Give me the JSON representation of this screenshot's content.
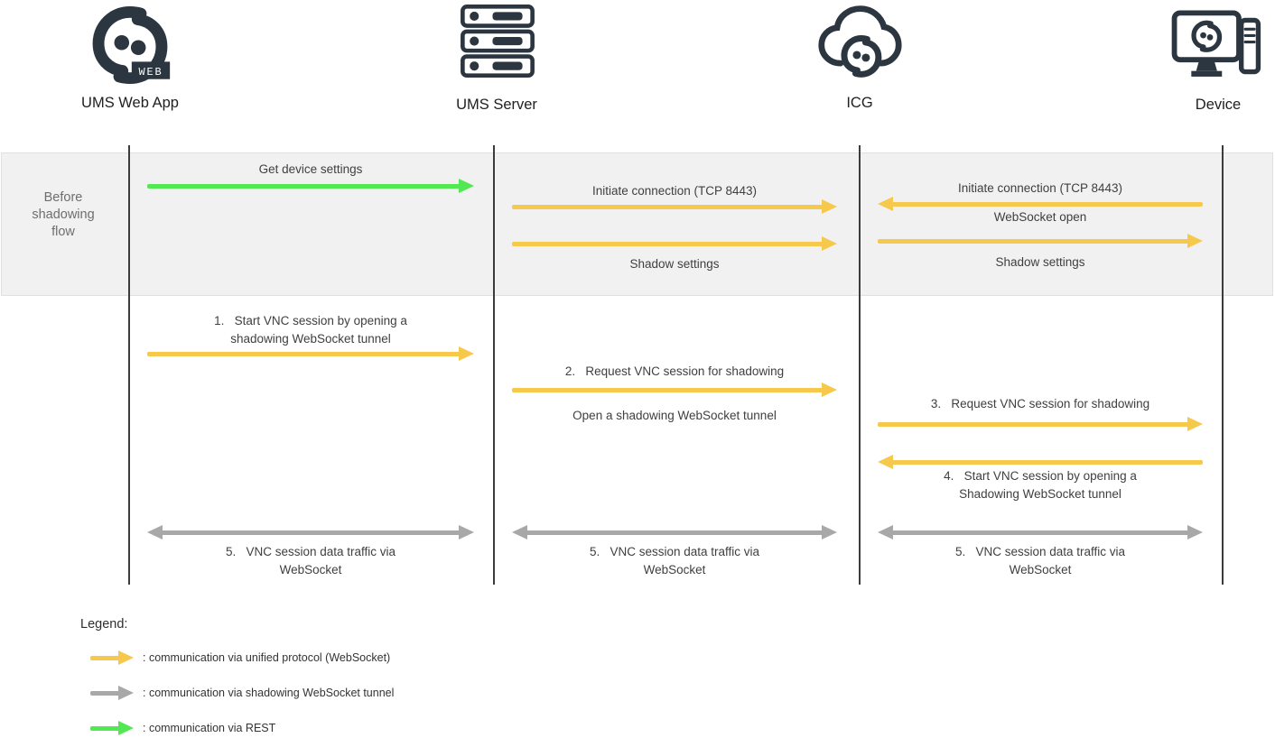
{
  "diagram_type": "sequence-flow",
  "colors": {
    "ws_unified_protocol": "#f6c84c",
    "shadowing_tunnel": "#a8a8a8",
    "rest": "#52e852",
    "icon_dark": "#2b3640",
    "band_background": "#f1f1f1"
  },
  "actors": [
    {
      "name": "UMS Web App",
      "icon": "ums-web-app-logo-icon",
      "badge": "WEB"
    },
    {
      "name": "UMS Server",
      "icon": "server-stack-icon"
    },
    {
      "name": "ICG",
      "icon": "cloud-link-icon"
    },
    {
      "name": "Device",
      "icon": "device-monitor-icon"
    }
  ],
  "band": {
    "label": "Before\nshadowing\nflow"
  },
  "messages": {
    "get_device_settings": "Get device settings",
    "initiate_connection": "Initiate connection (TCP 8443)",
    "websocket_open": "WebSocket open",
    "shadow_settings": "Shadow settings",
    "step1": "1.   Start VNC session by opening a\nshadowing WebSocket tunnel",
    "step2": "2.   Request VNC session for shadowing",
    "step2_sub": "Open a shadowing WebSocket tunnel",
    "step3": "3.   Request VNC session for shadowing",
    "step4": "4.   Start VNC session by opening a\nShadowing WebSocket tunnel",
    "step5": "5.   VNC session data traffic via\nWebSocket"
  },
  "legend": {
    "title": "Legend:",
    "items": [
      {
        "arrow": "yellow-arrow-icon",
        "label": ": communication via unified protocol (WebSocket)"
      },
      {
        "arrow": "gray-arrow-icon",
        "label": ": communication via shadowing WebSocket tunnel"
      },
      {
        "arrow": "green-arrow-icon",
        "label": ": communication via REST"
      }
    ]
  }
}
